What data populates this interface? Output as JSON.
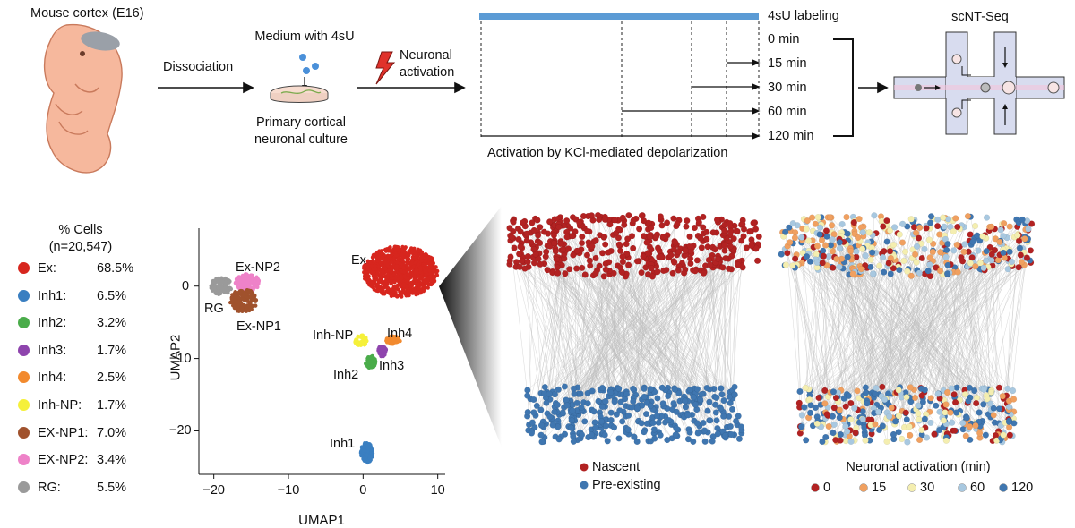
{
  "workflow": {
    "source_label": "Mouse cortex (E16)",
    "dissociation_label": "Dissociation",
    "medium_label": "Medium with 4sU",
    "culture_label_1": "Primary cortical",
    "culture_label_2": "neuronal culture",
    "activation_label_1": "Neuronal",
    "activation_label_2": "activation",
    "labeling_label": "4sU labeling",
    "timepoints": [
      "0 min",
      "15 min",
      "30 min",
      "60 min",
      "120 min"
    ],
    "activation_caption": "Activation by KCl-mediated depolarization",
    "seq_label": "scNT-Seq",
    "colors": {
      "labeling_bar": "#5b9bd5",
      "embryo": "#f6b89d",
      "chip": "#d8dcef"
    }
  },
  "legend": {
    "title_1": "% Cells",
    "title_2": "(n=20,547)",
    "items": [
      {
        "name": "Ex:",
        "pct": "68.5%",
        "color": "#d7261e"
      },
      {
        "name": "Inh1:",
        "pct": "6.5%",
        "color": "#3a7fc1"
      },
      {
        "name": "Inh2:",
        "pct": "3.2%",
        "color": "#4aac4a"
      },
      {
        "name": "Inh3:",
        "pct": "1.7%",
        "color": "#8e44ad"
      },
      {
        "name": "Inh4:",
        "pct": "2.5%",
        "color": "#f28a2e"
      },
      {
        "name": "Inh-NP:",
        "pct": "1.7%",
        "color": "#f5f03a"
      },
      {
        "name": "EX-NP1:",
        "pct": "7.0%",
        "color": "#a0522d"
      },
      {
        "name": "EX-NP2:",
        "pct": "3.4%",
        "color": "#ee82c8"
      },
      {
        "name": "RG:",
        "pct": "5.5%",
        "color": "#9a9a9a"
      }
    ]
  },
  "chart_data": {
    "type": "scatter",
    "xlabel": "UMAP1",
    "ylabel": "UMAP2",
    "xlim": [
      -22,
      11
    ],
    "ylim": [
      -26,
      8
    ],
    "xticks": [
      -20,
      -10,
      0,
      10
    ],
    "yticks": [
      0,
      -10,
      -20
    ],
    "clusters": [
      {
        "name": "Ex",
        "color": "#d7261e",
        "center": [
          5,
          2
        ]
      },
      {
        "name": "Ex-NP2",
        "color": "#ee82c8",
        "center": [
          -15.5,
          0.5
        ]
      },
      {
        "name": "RG",
        "color": "#9a9a9a",
        "center": [
          -19,
          0
        ]
      },
      {
        "name": "Ex-NP1",
        "color": "#a0522d",
        "center": [
          -16,
          -2
        ]
      },
      {
        "name": "Inh-NP",
        "color": "#f5f03a",
        "center": [
          -0.3,
          -7.5
        ]
      },
      {
        "name": "Inh4",
        "color": "#f28a2e",
        "center": [
          4,
          -7.5
        ]
      },
      {
        "name": "Inh3",
        "color": "#8e44ad",
        "center": [
          2.5,
          -9
        ]
      },
      {
        "name": "Inh2",
        "color": "#4aac4a",
        "center": [
          1,
          -10.5
        ]
      },
      {
        "name": "Inh1",
        "color": "#3a7fc1",
        "center": [
          0.5,
          -23
        ]
      }
    ]
  },
  "networks": {
    "left_legend": [
      {
        "label": "Nascent",
        "color": "#b22222"
      },
      {
        "label": "Pre-existing",
        "color": "#3f76b0"
      }
    ],
    "right_title": "Neuronal activation (min)",
    "right_legend": [
      {
        "label": "0",
        "color": "#b22222"
      },
      {
        "label": "15",
        "color": "#f0a060"
      },
      {
        "label": "30",
        "color": "#f4eeb0"
      },
      {
        "label": "60",
        "color": "#a8c8e0"
      },
      {
        "label": "120",
        "color": "#3f76b0"
      }
    ]
  }
}
